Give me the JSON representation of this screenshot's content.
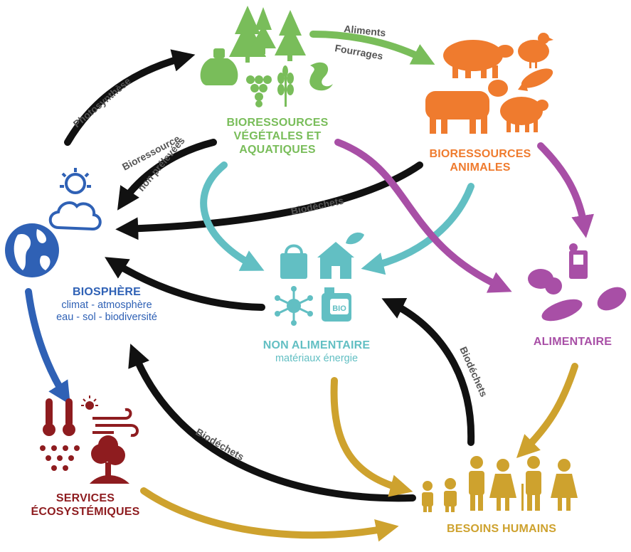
{
  "colors": {
    "green": "#79bd5a",
    "orange": "#ef7b2e",
    "purple": "#a84fa6",
    "teal": "#62bfc3",
    "blue": "#2f61b5",
    "darkred": "#8e1c1f",
    "gold": "#cea22e",
    "black": "#111111"
  },
  "nodes": {
    "vegetal": {
      "line1": "BIORESSOURCES",
      "line2": "VÉGÉTALES ET",
      "line3": "AQUATIQUES",
      "icons": [
        "tree-icon",
        "grain-sack-icon",
        "wheat-icon",
        "grapes-icon",
        "seaweed-icon"
      ]
    },
    "animal": {
      "line1": "BIORESSOURCES",
      "line2": "ANIMALES",
      "icons": [
        "pig-icon",
        "chicken-icon",
        "fish-icon",
        "cow-icon",
        "sheep-icon"
      ]
    },
    "biosphere": {
      "title": "BIOSPHÈRE",
      "line1": "climat - atmosphère",
      "line2": "eau - sol - biodiversité",
      "icons": [
        "globe-icon",
        "sun-cloud-icon"
      ]
    },
    "non_alimentaire": {
      "title": "NON ALIMENTAIRE",
      "subtitle": "matériaux énergie",
      "icons": [
        "shopping-bag-icon",
        "eco-house-icon",
        "molecule-icon",
        "bio-fuel-can-icon"
      ]
    },
    "alimentaire": {
      "title": "ALIMENTAIRE",
      "icons": [
        "food-basket-icon"
      ]
    },
    "services": {
      "line1": "SERVICES",
      "line2": "ÉCOSYSTÉMIQUES",
      "icons": [
        "thermometer-icon",
        "sun-icon",
        "wind-icon",
        "rain-icon",
        "tree-icon"
      ]
    },
    "besoins": {
      "title": "BESOINS HUMAINS",
      "icons": [
        "people-icon"
      ]
    }
  },
  "arrows": {
    "aliments": "Aliments",
    "fourrages": "Fourrages",
    "photosynthese": "Photosynthèse",
    "bioressource": "Bioressource",
    "non_prelevees": "non prélevées",
    "biodechets_animal": "Biodéchets",
    "biodechets_services": "Biodéchets",
    "biodechets_humains": "Biodéchets"
  },
  "badges": {
    "bio": "BIO"
  }
}
